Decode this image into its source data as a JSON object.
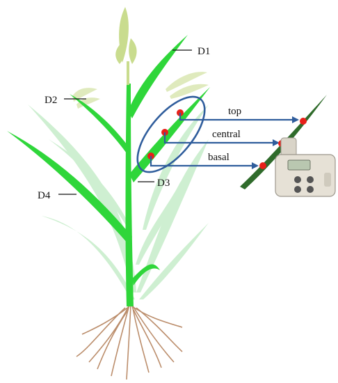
{
  "leaves": {
    "d1": "D1",
    "d2": "D2",
    "d3": "D3",
    "d4": "D4"
  },
  "positions": {
    "top": "top",
    "central": "central",
    "basal": "basal"
  },
  "colors": {
    "leaf_bright": "#2fd63a",
    "leaf_light": "#9fe3a6",
    "leaf_dark": "#2f6b2b",
    "panicle": "#c9dc8e",
    "roots": "#b07a52",
    "ellipse": "#2f5d9c",
    "arrow": "#2f5d9c",
    "dot": "#e8201a",
    "meter": "#e6e1d6"
  },
  "icons": {
    "plant": "rice-plant-illustration",
    "meter": "chlorophyll-meter-icon"
  }
}
